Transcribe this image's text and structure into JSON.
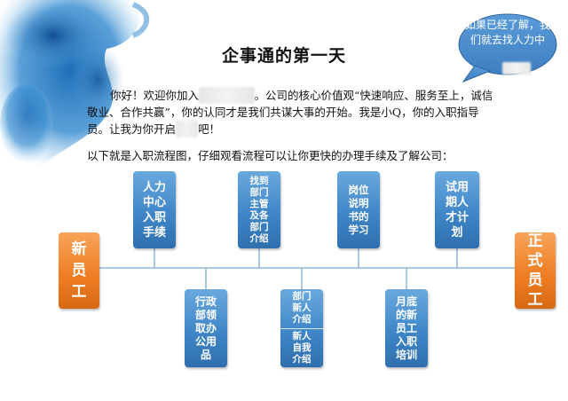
{
  "title": "企事通的第一天",
  "intro": {
    "line_a": "你好！欢迎你加入",
    "line_b": "。公司的核心价值观“快速响应、服务至上，诚信敬业、合作共赢”，你的认同才是我们共谋大事的开始。我是小Q，你的入职指导员。让我为你开启",
    "line_c": "吧！"
  },
  "instruction": "以下就是入职流程图，仔细观看流程可以让你更快的办理手续及了解公司：",
  "bubble": {
    "text": "如果已经了解，我们就去找人力中"
  },
  "flow": {
    "start_label": "新员工",
    "end_label": "正式员工",
    "top_steps": [
      "人力中心入职手续",
      "找到部门主管及各部门介绍",
      "岗位说明书的学习",
      "试用期人才计划"
    ],
    "bottom_steps": [
      "行政部领取办公用品",
      "月底的新员工入职培训"
    ],
    "split_step": {
      "top": "部门新人介绍",
      "bottom": "新人自我介绍"
    }
  },
  "colors": {
    "accent_blue": "#3f86c8",
    "accent_orange": "#ee7c21",
    "connector": "#8fb5d9"
  }
}
